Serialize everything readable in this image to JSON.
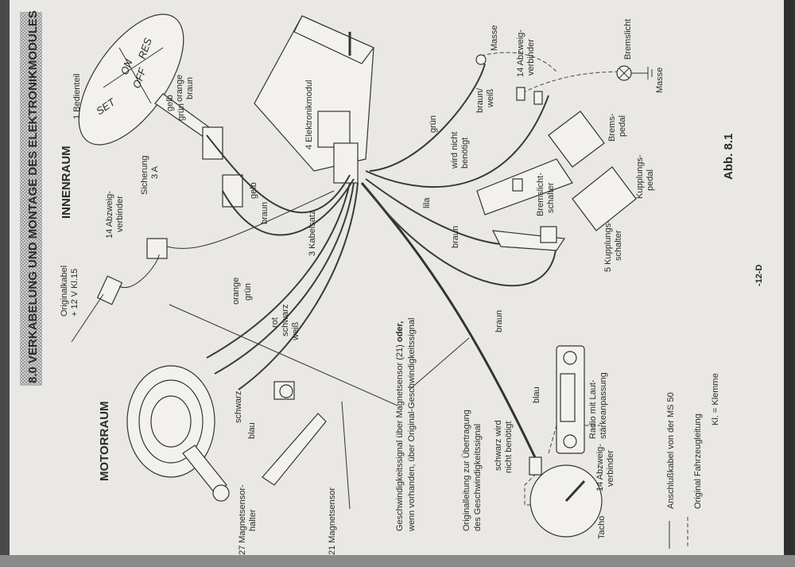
{
  "header": {
    "title": "8.0 VERKABELUNG UND MONTAGE DES ELEKTRONIKMODULES",
    "section_inside": "INNENRAUM",
    "section_engine": "MOTORRAUM"
  },
  "control_unit": {
    "label": "1 Bedienteil",
    "buttons": [
      "ON",
      "OFF",
      "RES",
      "SET"
    ]
  },
  "labels": {
    "originalkabel_1": "Originalkabel",
    "originalkabel_2": "+ 12 V Kl.15",
    "abzweig_a_1": "14 Abzweig-",
    "abzweig_a_2": "verbinder",
    "sicherung_1": "Sicherung",
    "sicherung_2": "3 A",
    "gelb_1": "gelb",
    "gruen_1": "grün",
    "orange_1": "orange",
    "braun_1": "braun",
    "gelb_2": "gelb",
    "braun_2": "braun",
    "kabelsatz": "3 Kabelsatz",
    "elektronikmodul": "4 Elektronikmodul",
    "orange_2": "orange",
    "gruen_2": "grün",
    "rot": "rot",
    "schwarz_1": "schwarz",
    "weiss": "weiß",
    "schwarz_2": "schwarz",
    "blau_1": "blau",
    "magnetsensorhalter_1": "27 Magnetsensor-",
    "magnetsensorhalter_2": "halter",
    "magnetsensor": "21 Magnetsensor",
    "geschw_1a": "Geschwindigkeitssignal über Magnetsensor (21) ",
    "geschw_1b": "oder,",
    "geschw_2": "wenn vorhanden, über Original-Geschwindigkeitssignal",
    "originalleitung_1": "Originalleitung zur Übertragung",
    "originalleitung_2": "des Geschwindigkeitssignal",
    "schwarz_wird_1": "schwarz wird",
    "schwarz_wird_2": "nicht benötigt",
    "blau_2": "blau",
    "radio_1": "Radio mit Laut-",
    "radio_2": "stärkeanpassung",
    "abzweig_b_1": "14 Abzweig-",
    "abzweig_b_2": "verbinder",
    "tacho": "Tacho",
    "masse_1": "Masse",
    "abzweig_c_1": "14 Abzweig-",
    "abzweig_c_2": "verbinder",
    "braun_weiss_1": "braun/",
    "braun_weiss_2": "weiß",
    "wird_nicht_1": "wird nicht",
    "wird_nicht_2": "benötigt",
    "gruen_3": "grün",
    "lila": "lila",
    "braun_3": "braun",
    "braun_4": "braun",
    "bremslicht": "Bremslicht",
    "masse_2": "Masse",
    "bremspedal_1": "Brems-",
    "bremspedal_2": "pedal",
    "kupplungspedal_1": "Kupplungs-",
    "kupplungspedal_2": "pedal",
    "bremslichtschalter_1": "Bremslicht-",
    "bremslichtschalter_2": "schalter",
    "kupplungsschalter_1": "5 Kupplungs-",
    "kupplungsschalter_2": "schalter"
  },
  "legend": {
    "solid": "Anschlußkabel von der MS 50",
    "dashed": "Original Fahrzeugleitung",
    "abbr": "Kl. = Klemme"
  },
  "figure_label": "Abb. 8.1",
  "page_number": "-12-D"
}
